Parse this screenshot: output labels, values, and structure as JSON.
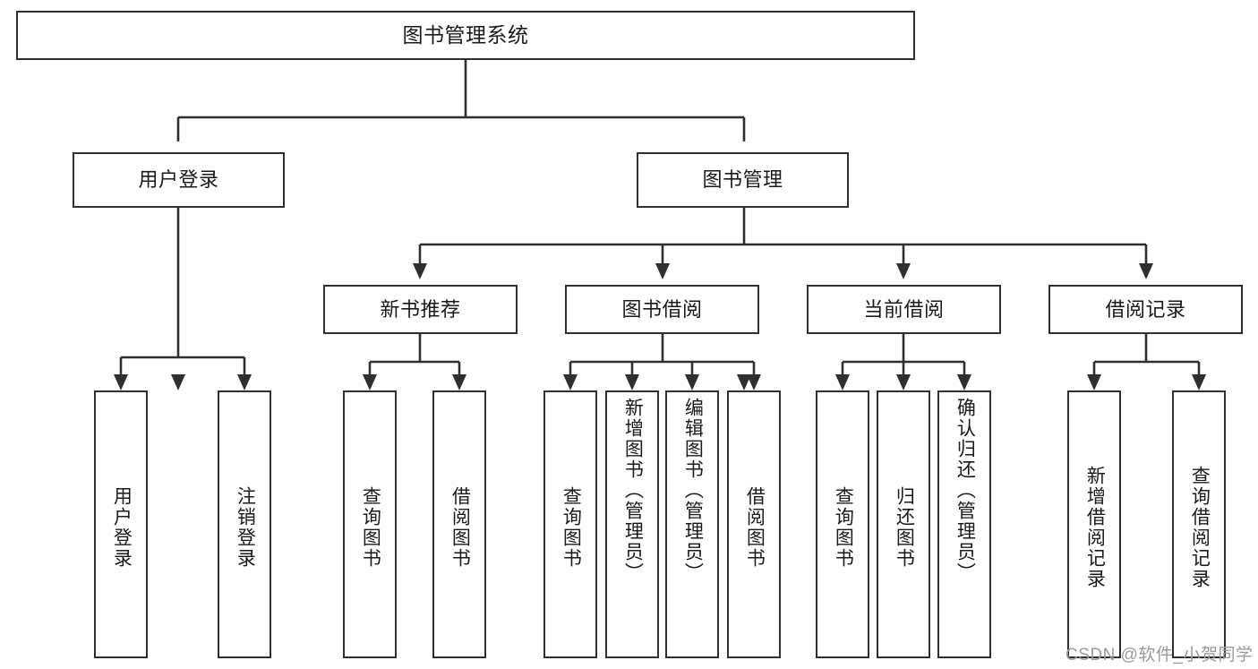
{
  "diagram": {
    "type": "tree-hierarchy-chart",
    "title": "图书管理系统",
    "orientation": "top-down",
    "colors": {
      "box_border": "#2f2f2f",
      "box_fill": "#ffffff",
      "connector": "#2f2f2f",
      "text": "#1a1a1a",
      "watermark": "#9a9a9a"
    },
    "root": {
      "label": "图书管理系统"
    },
    "level2": [
      {
        "label": "用户登录"
      },
      {
        "label": "图书管理"
      }
    ],
    "level3": [
      {
        "label": "新书推荐"
      },
      {
        "label": "图书借阅"
      },
      {
        "label": "当前借阅"
      },
      {
        "label": "借阅记录"
      }
    ],
    "leaves": {
      "user_login": [
        {
          "label": "用户登录"
        },
        {
          "label": "注销登录"
        }
      ],
      "new_book_recommend": [
        {
          "label": "查询图书"
        },
        {
          "label": "借阅图书"
        }
      ],
      "book_borrow": [
        {
          "label": "查询图书"
        },
        {
          "label": "新增图书（管理员）"
        },
        {
          "label": "编辑图书（管理员）"
        },
        {
          "label": "借阅图书"
        }
      ],
      "current_borrow": [
        {
          "label": "查询图书"
        },
        {
          "label": "归还图书"
        },
        {
          "label": "确认归还（管理员）"
        }
      ],
      "borrow_record": [
        {
          "label": "新增借阅记录"
        },
        {
          "label": "查询借阅记录"
        }
      ]
    }
  },
  "watermark": {
    "text": "CSDN @软件_小贺同学"
  }
}
